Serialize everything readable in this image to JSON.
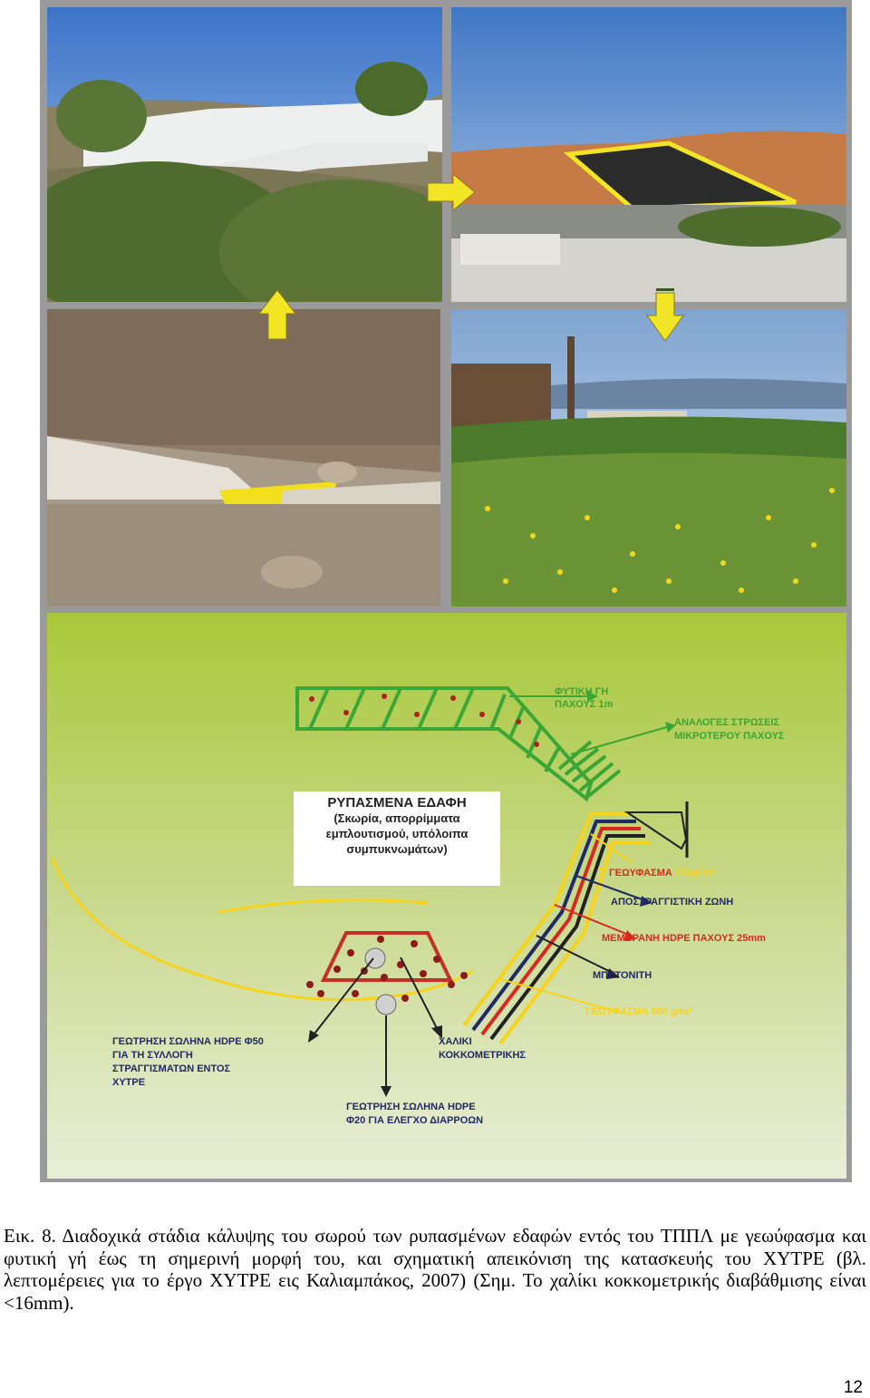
{
  "figure": {
    "photos": [
      {
        "name": "geotextile-cover-photo",
        "description": ""
      },
      {
        "name": "hdpe-membrane-photo",
        "description": ""
      },
      {
        "name": "geonet-installation-photo",
        "description": ""
      },
      {
        "name": "vegetated-site-photo",
        "description": ""
      }
    ],
    "diagram": {
      "box_title": "ΡΥΠΑΣΜΕΝΑ ΕΔΑΦΗ",
      "box_lines": [
        "(Σκωρία, απορρίμματα",
        "εμπλουτισμού, υπόλοιπα",
        "συμπυκνωμάτων)"
      ],
      "label_soil_1": "ΦΥΤΙΚΗ ΓΗ",
      "label_soil_2": "ΠΑΧΟΥΣ 1m",
      "label_layers_1": "ΑΝΑΛΟΓΕΣ ΣΤΡΩΣΕΙΣ",
      "label_layers_2": "ΜΙΚΡΟΤΕΡΟΥ ΠΑΧΟΥΣ",
      "label_geotextile_top": "ΓΕΩΥΦΑΣΜΑ",
      "label_geotextile_top_spec": "250gr/m²",
      "label_drainage": "ΑΠΟΣΤΡΑΓΓΙΣΤΙΚΗ ΖΩΝΗ",
      "label_membrane": "ΜΕΜΒΡΑΝΗ HDPE ΠΑΧΟΥΣ 25mm",
      "label_bentonite": "ΜΠΕΤΟΝΙΤΗ",
      "label_geotextile_bottom": "ΓΕΩΥΦΑΣΜΑ",
      "label_geotextile_bottom_spec": "800 g/m²",
      "label_pipe50": [
        "ΓΕΩΤΡΗΣΗ ΣΩΛΗΝΑ HDPE Φ50",
        "ΓΙΑ ΤΗ ΣΥΛΛΟΓΗ",
        "ΣΤΡΑΓΓΙΣΜΑΤΩΝ ΕΝΤΟΣ",
        "ΧΥΤΡΕ"
      ],
      "label_gravel": [
        "ΧΑΛΙΚΙ",
        "ΚΟΚΚΟΜΕΤΡΙΚΗΣ"
      ],
      "label_pipe20": [
        "ΓΕΩΤΡΗΣΗ ΣΩΛΗΝΑ HDPE",
        "Φ20 ΓΙΑ ΕΛΕΓΧΟ ΔΙΑΡΡΟΩΝ"
      ]
    }
  },
  "caption": "Εικ. 8. Διαδοχικά στάδια κάλυψης του σωρού των ρυπασμένων εδαφών εντός του ΤΠΠΛ με γεωύφασμα και φυτική γή έως τη σημερινή μορφή του, και σχηματική απεικόνιση της κατασκευής του ΧΥΤΡΕ (βλ. λεπτομέρειες για το έργο ΧΥΤΡΕ εις Καλιαμπάκος, 2007) (Σημ. Το χαλίκι κοκκομετρικής διαβάθμισης είναι <16mm).",
  "page_number": "12",
  "colors": {
    "arrow_yellow": "#f2e526",
    "diagram_green": "#a8c83a",
    "hatch_green": "#3aa635",
    "label_red": "#d62a1e",
    "label_yellow": "#f7d31c",
    "label_navy": "#1f2a66"
  }
}
